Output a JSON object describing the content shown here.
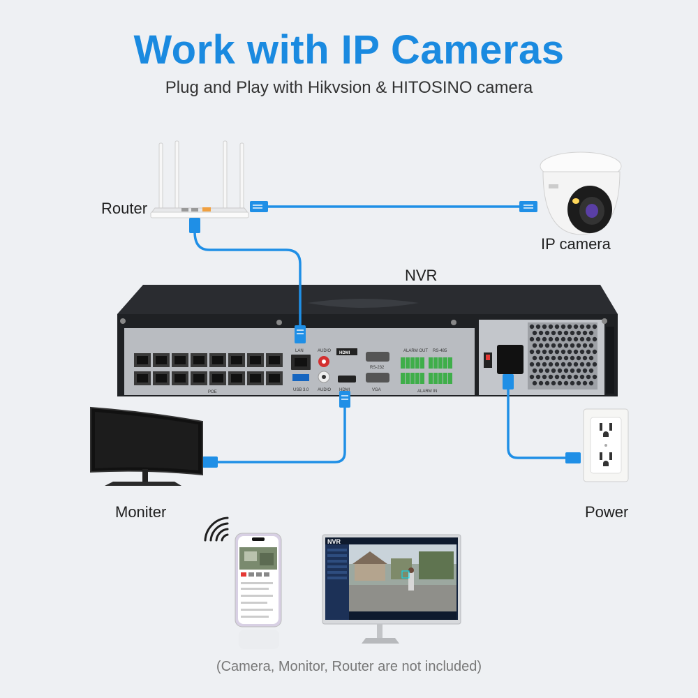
{
  "header": {
    "title": "Work with IP Cameras",
    "subtitle": "Plug and Play with Hikvsion & HITOSINO camera"
  },
  "devices": {
    "router": "Router",
    "camera": "IP camera",
    "nvr": "NVR",
    "monitor": "Moniter",
    "power": "Power"
  },
  "ports": {
    "poe": "POE",
    "lan": "LAN",
    "usb": "USB 3.0",
    "audio_top": "AUDIO",
    "audio_bottom": "AUDIO",
    "hdmi_logo": "HDMI",
    "hdmi": "HDMI",
    "rs232": "RS-232",
    "vga": "VGA",
    "alarm_out": "ALARM OUT",
    "rs485": "RS-485",
    "alarm_in": "ALARM IN"
  },
  "screen": {
    "brand": "NVR"
  },
  "footer": {
    "note": "(Camera, Monitor, Router are not included)"
  },
  "colors": {
    "accent": "#1a8ae0",
    "cable": "#1f8fe6",
    "nvr_body": "#2a2c30",
    "panel": "#b9bcc1"
  }
}
